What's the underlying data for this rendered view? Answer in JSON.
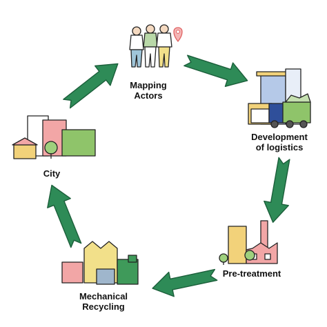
{
  "diagram": {
    "type": "cycle",
    "accent_color": "#2e8b57",
    "steps": [
      {
        "label": "Mapping\nActors",
        "icon": "people-with-location-pin-icon"
      },
      {
        "label": "Development\nof logistics",
        "icon": "warehouse-and-truck-icon"
      },
      {
        "label": "Pre-treatment",
        "icon": "factory-icon"
      },
      {
        "label": "Mechanical\nRecycling",
        "icon": "recycling-plant-with-bales-icon"
      },
      {
        "label": "City",
        "icon": "city-buildings-icon"
      }
    ]
  }
}
